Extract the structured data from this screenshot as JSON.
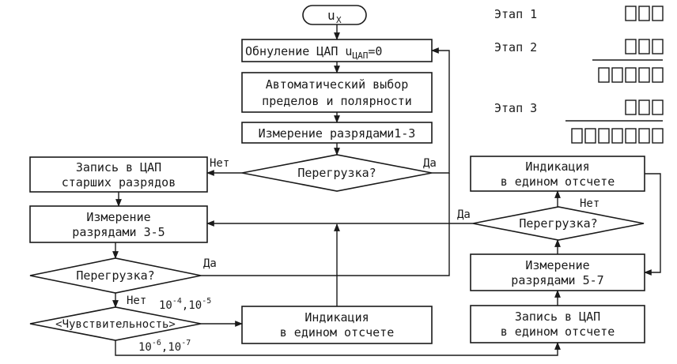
{
  "start": {
    "label": "u",
    "sub": "X"
  },
  "blocks": {
    "zero_dac": {
      "label": "Обнуление ЦАП u",
      "sub": "ЦАП",
      "tail": "=0"
    },
    "auto_select": {
      "line1": "Автоматический выбор",
      "line2": "пределов и полярности"
    },
    "measure_1_3": {
      "label": "Измерение разрядами1-3"
    },
    "write_high": {
      "line1": "Запись в ЦАП",
      "line2": "старших разрядов"
    },
    "measure_3_5": {
      "line1": "Измерение",
      "line2": "разрядами 3-5"
    },
    "indicate_mid": {
      "line1": "Индикация",
      "line2": "в едином отсчете"
    },
    "indicate_top": {
      "line1": "Индикация",
      "line2": "в едином отсчете"
    },
    "measure_5_7": {
      "line1": "Измерение",
      "line2": "разрядами 5-7"
    },
    "write_dac_right": {
      "line1": "Запись в ЦАП",
      "line2": "в едином отсчете"
    }
  },
  "decisions": {
    "overload_1": {
      "label": "Перегрузка?",
      "no": "Нет",
      "yes": "Да"
    },
    "overload_2": {
      "label": "Перегрузка?",
      "yes": "Да"
    },
    "overload_3": {
      "label": "Перегрузка?",
      "no": "Нет",
      "yes": "Да"
    },
    "sensitivity": {
      "label": "Чувствительность",
      "no": "Нет",
      "top_range": {
        "a": "10",
        "a_exp": "-4",
        "b": "10",
        "b_exp": "-5"
      },
      "bottom_range": {
        "a": "10",
        "a_exp": "-6",
        "b": "10",
        "b_exp": "-7"
      }
    }
  },
  "stages": [
    {
      "label": "Этап 1",
      "top_digits": 3,
      "bottom_digits": 0
    },
    {
      "label": "Этап 2",
      "top_digits": 3,
      "bottom_digits": 5
    },
    {
      "label": "Этап 3",
      "top_digits": 3,
      "bottom_digits": 7
    }
  ]
}
